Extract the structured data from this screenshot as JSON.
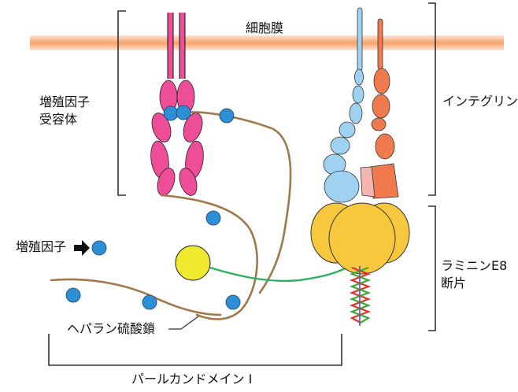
{
  "labels": {
    "membrane": "細胞膜",
    "gf_receptor_line1": "増殖因子",
    "gf_receptor_line2": "受容体",
    "integrin": "インテグリン",
    "growth_factor": "増殖因子",
    "laminin_line1": "ラミニンE8",
    "laminin_line2": "断片",
    "heparan_sulfate": "ヘパラン硫酸鎖",
    "perlecan": "パールカンドメイン I"
  },
  "colors": {
    "membrane": "#F7A36B",
    "receptor": "#EE4E98",
    "growth_factor": "#2D8FD5",
    "heparan_chain": "#A0784A",
    "integrin_alpha": "#9ED2F0",
    "integrin_beta": "#F07A4E",
    "integrin_pink": "#F5B5B0",
    "laminin": "#F7C83E",
    "perlecan_domain": "#EEEA30",
    "linker": "#2DB060",
    "helix_red": "#E0312E",
    "helix_green": "#3BAA3B",
    "bracket": "#333333"
  }
}
